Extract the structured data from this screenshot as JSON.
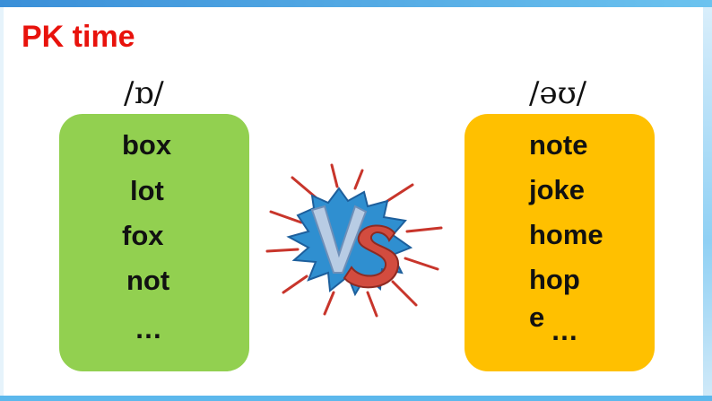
{
  "slide": {
    "title": "PK time"
  },
  "left_group": {
    "phoneme": "/ɒ/",
    "card_color": "#92d050",
    "words": [
      "box",
      "lot",
      "fox",
      "not",
      "…"
    ]
  },
  "right_group": {
    "phoneme": "/əʊ/",
    "card_color": "#ffc000",
    "words": [
      "note",
      "joke",
      "home",
      "hop",
      "e",
      "…"
    ]
  },
  "vs_graphic": {
    "icon": "vs-burst-icon",
    "colors": {
      "burst": "#2f8fd0",
      "ray": "#c8352b",
      "v": "#9fb8d8",
      "s": "#d24c3f"
    }
  },
  "colors": {
    "title": "#e8120c",
    "frame": "#5cb8ec"
  }
}
